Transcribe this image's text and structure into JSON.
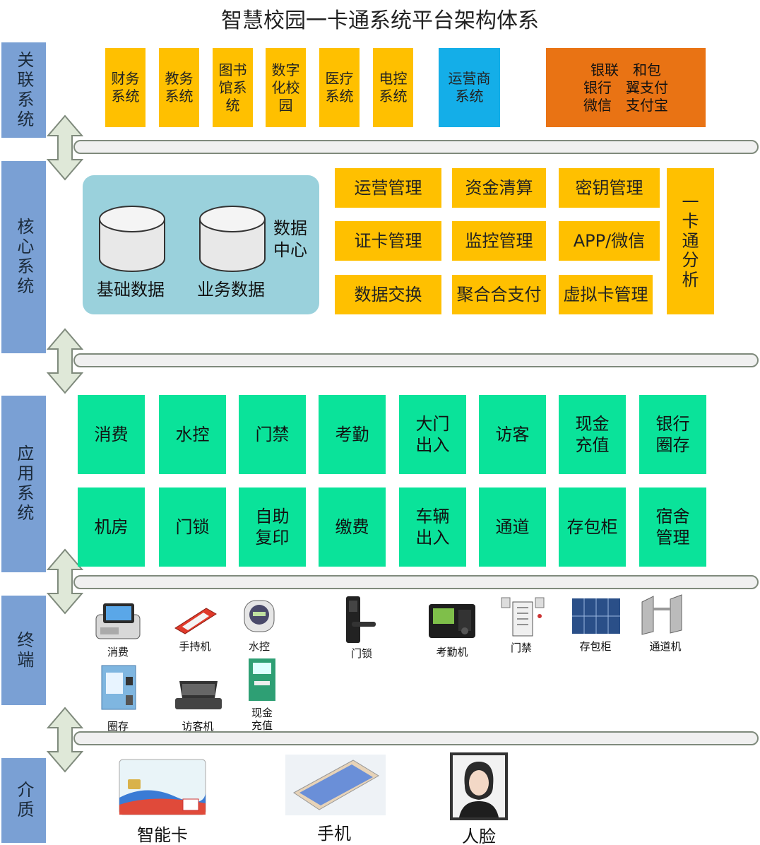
{
  "title": "智慧校园一卡通系统平台架构体系",
  "colors": {
    "label_bg": "#7aa0d4",
    "orange": "#ffc000",
    "blue": "#14aee8",
    "deep_orange": "#e97314",
    "green": "#0ae39a",
    "datacenter": "#9ad1dc"
  },
  "layers": {
    "related": "关联系统",
    "core": "核心系统",
    "app": "应用系统",
    "terminal": "终端",
    "media": "介质"
  },
  "related_systems": [
    {
      "label": "财务\n系统"
    },
    {
      "label": "教务\n系统"
    },
    {
      "label": "图书\n馆系\n统"
    },
    {
      "label": "数字\n化校\n园"
    },
    {
      "label": "医疗\n系统"
    },
    {
      "label": "电控\n系统"
    }
  ],
  "operator": "运营商\n系统",
  "payment": "银联　和包\n银行　翼支付\n微信　支付宝",
  "data_center": {
    "label": "数据\n中心",
    "db1": "基础数据",
    "db2": "业务数据"
  },
  "core_modules": [
    "运营管理",
    "资金清算",
    "密钥管理",
    "证卡管理",
    "监控管理",
    "APP/微信",
    "数据交换",
    "聚合合支付",
    "虚拟卡管理"
  ],
  "analysis": "一\n卡\n通\n分\n析",
  "apps_row1": [
    "消费",
    "水控",
    "门禁",
    "考勤",
    "大门\n出入",
    "访客",
    "现金\n充值",
    "银行\n圈存"
  ],
  "apps_row2": [
    "机房",
    "门锁",
    "自助\n复印",
    "缴费",
    "车辆\n出入",
    "通道",
    "存包柜",
    "宿舍\n管理"
  ],
  "terminals": {
    "consume": "消费",
    "handheld": "手持机",
    "water": "水控",
    "lock": "门锁",
    "attendance": "考勤机",
    "access": "门禁",
    "locker": "存包柜",
    "gate": "通道机",
    "transfer": "圈存",
    "visitor": "访客机",
    "cash": "现金\n充值"
  },
  "media": {
    "card": "智能卡",
    "phone": "手机",
    "face": "人脸"
  }
}
